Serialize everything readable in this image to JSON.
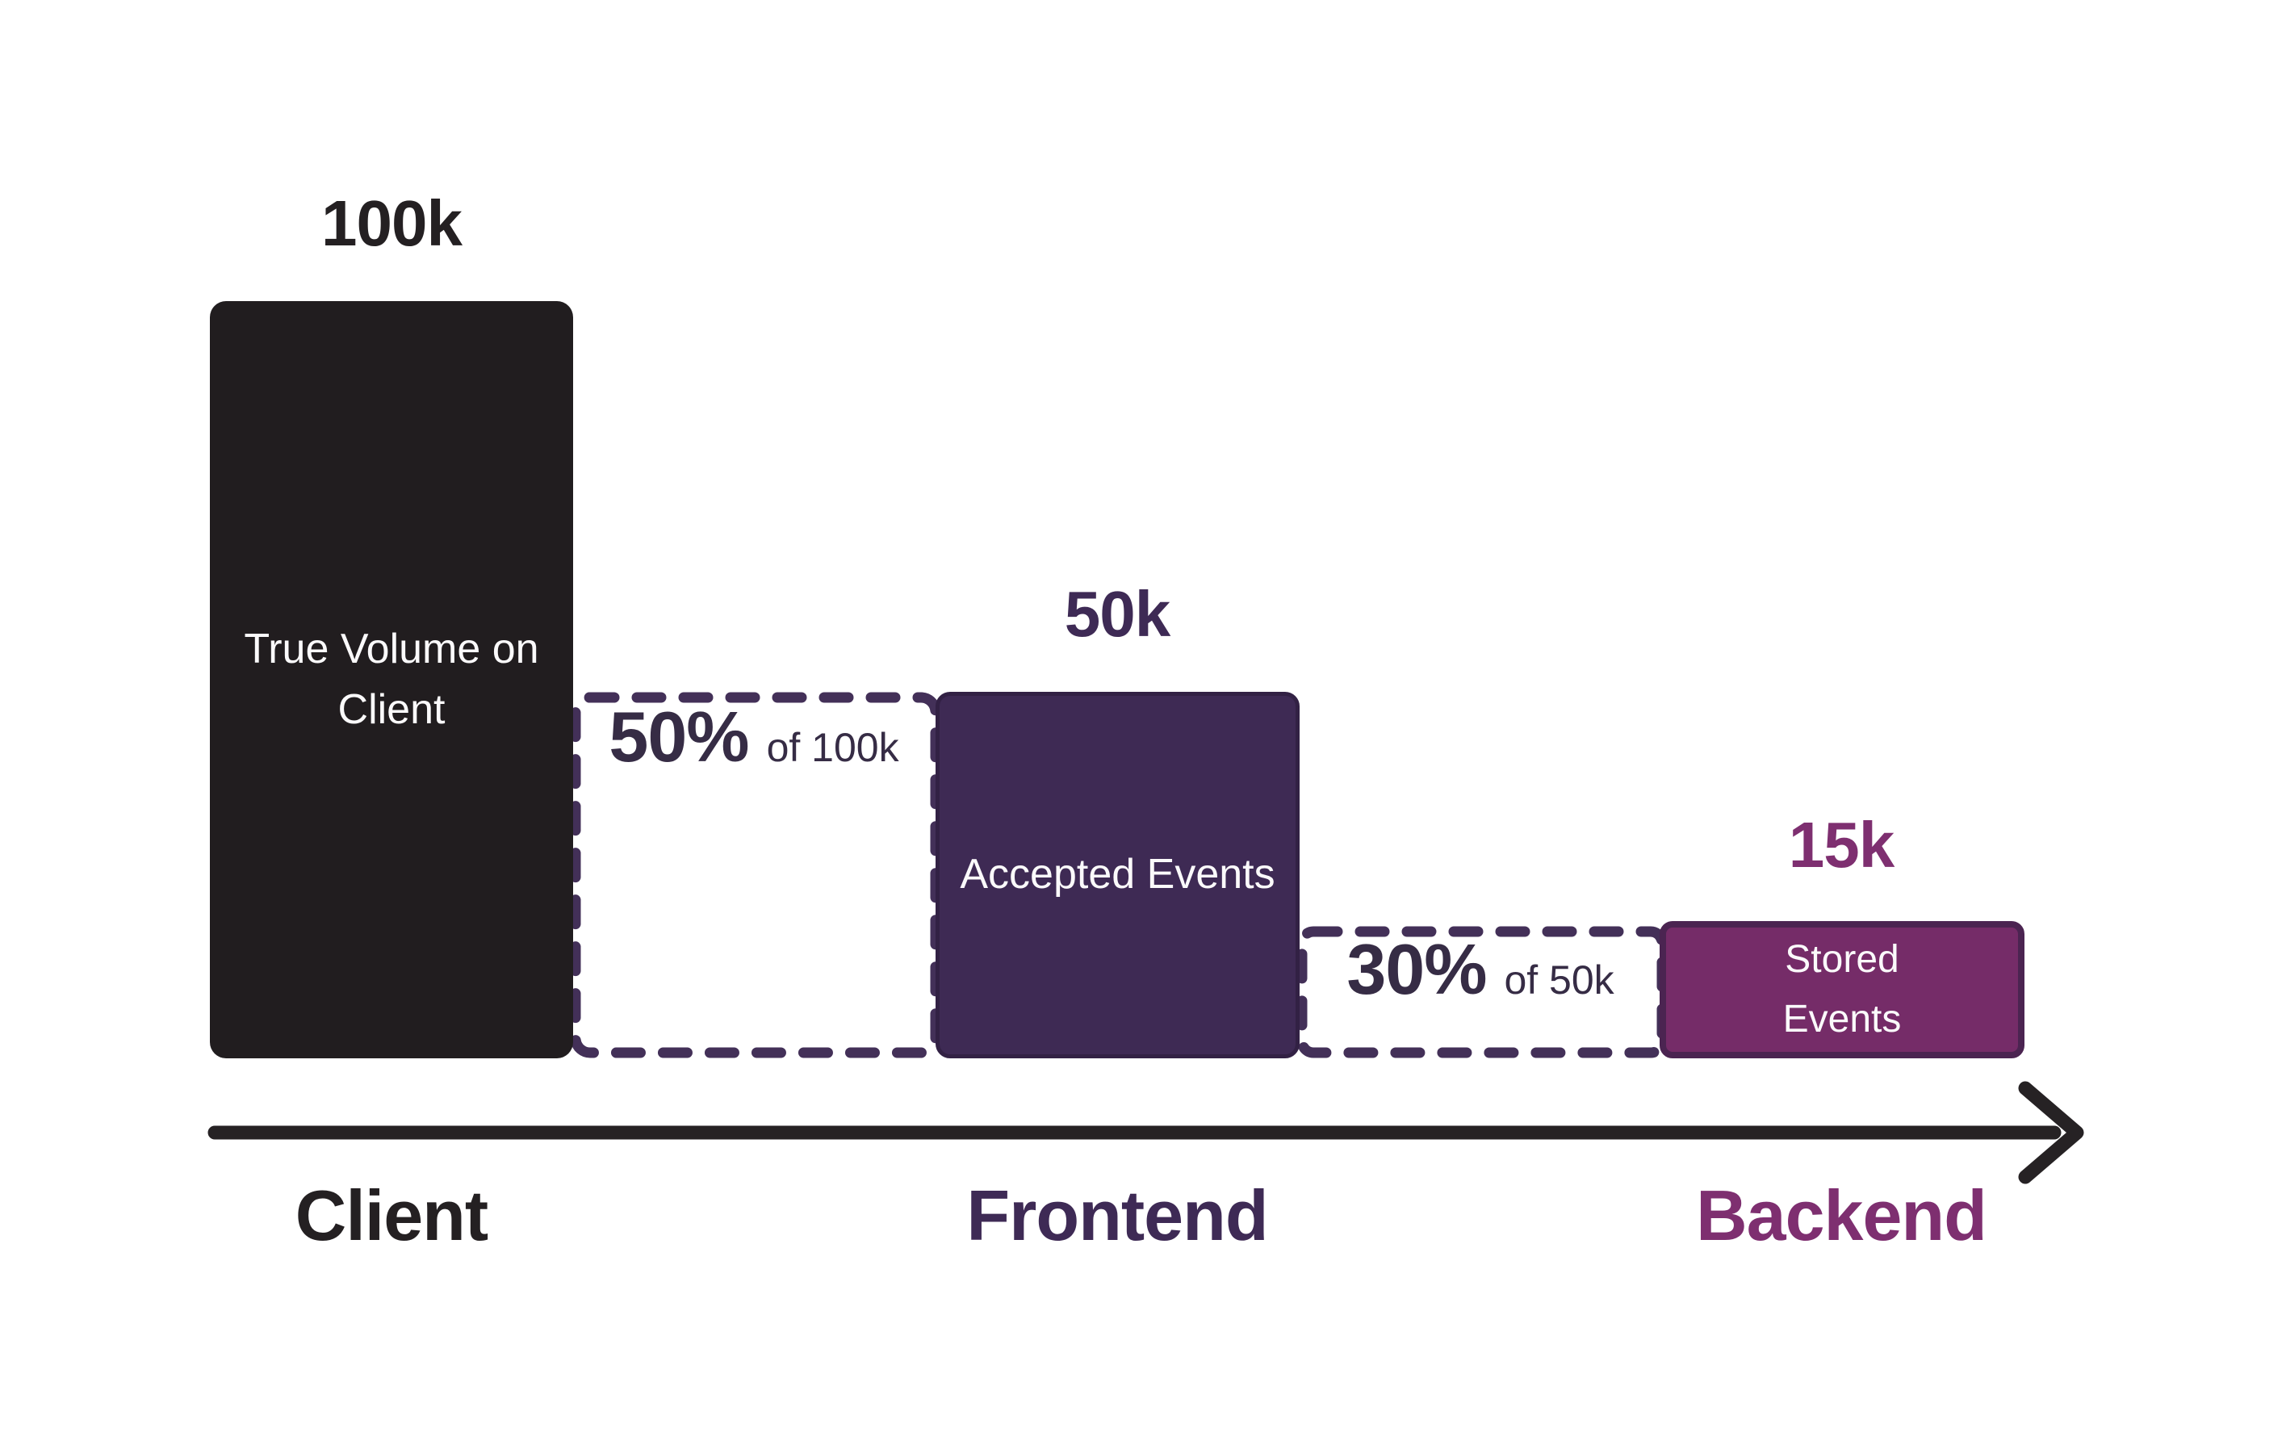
{
  "chart_data": {
    "type": "bar",
    "subtype": "funnel-flow",
    "title": "",
    "x_axis_labels": [
      "Client",
      "Frontend",
      "Backend"
    ],
    "axis_arrow": "left-to-right",
    "grid": false,
    "legend": false,
    "stages": [
      {
        "stage": "Client",
        "value": 100000,
        "value_label": "100k",
        "bar_label": "True Volume on Client",
        "bar_color": "#211d1f",
        "label_color": "#242022"
      },
      {
        "stage": "Frontend",
        "value": 50000,
        "value_label": "50k",
        "bar_label": "Accepted Events",
        "bar_color": "#3e2a54",
        "label_color": "#3e2a55",
        "drop": {
          "pct": "50%",
          "of": "of 100k"
        }
      },
      {
        "stage": "Backend",
        "value": 15000,
        "value_label": "15k",
        "bar_label": "Stored Events",
        "bar_color": "#752c68",
        "label_color": "#7e2f70",
        "drop": {
          "pct": "30%",
          "of": "of 50k"
        }
      }
    ],
    "colors": {
      "background": "#ffffff",
      "dashed_border": "#433058",
      "arrow": "#262224",
      "bar_text": "#fbfafb",
      "drop_text": "#362c45"
    }
  }
}
